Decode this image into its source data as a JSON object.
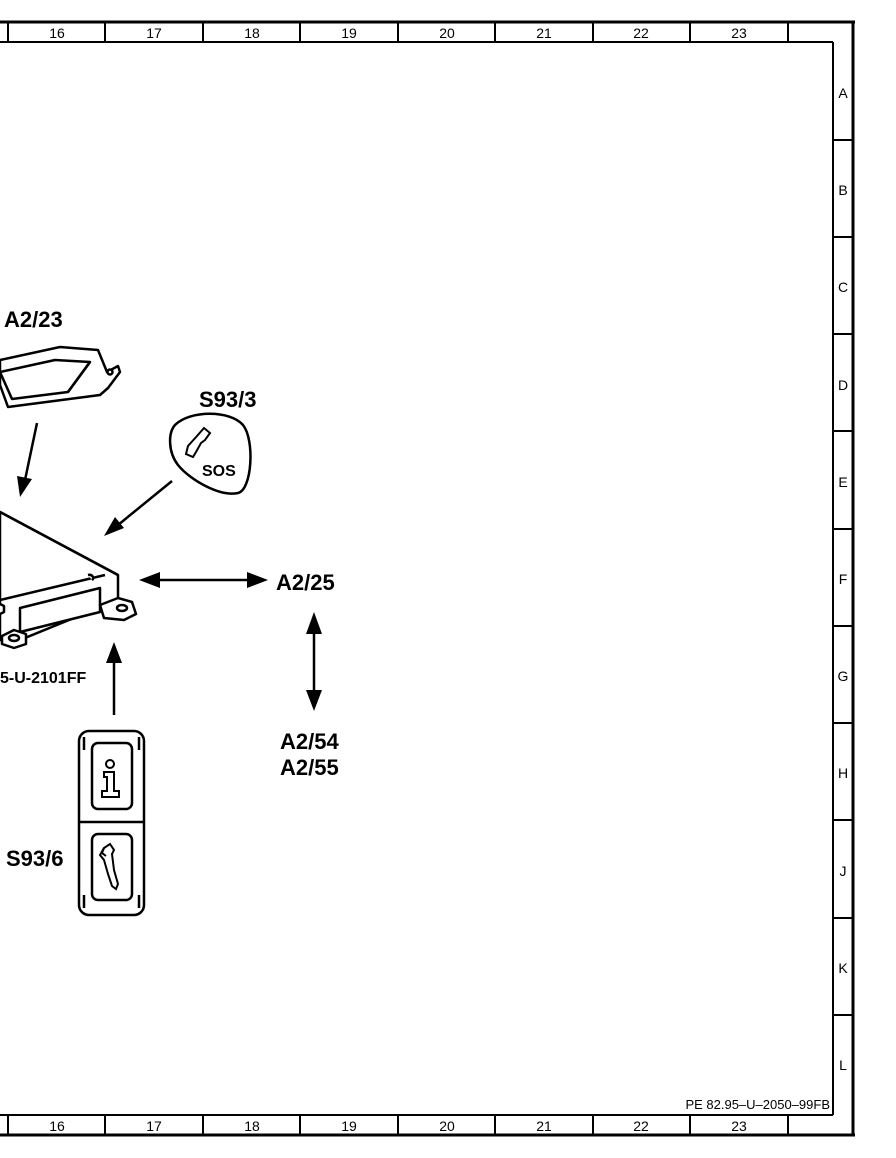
{
  "grid": {
    "columns": [
      "16",
      "17",
      "18",
      "19",
      "20",
      "21",
      "22",
      "23"
    ],
    "rows": [
      "A",
      "B",
      "C",
      "D",
      "E",
      "F",
      "G",
      "H",
      "J",
      "K",
      "L"
    ]
  },
  "components": {
    "a2_23": "A2/23",
    "s93_3": "S93/3",
    "s93_3_button_text": "SOS",
    "a2_25": "A2/25",
    "a2_54": "A2/54",
    "a2_55": "A2/55",
    "control_unit_ref": "5-U-2101FF",
    "s93_6": "S93/6"
  },
  "document_ref": "PE 82.95–U–2050–99FB"
}
